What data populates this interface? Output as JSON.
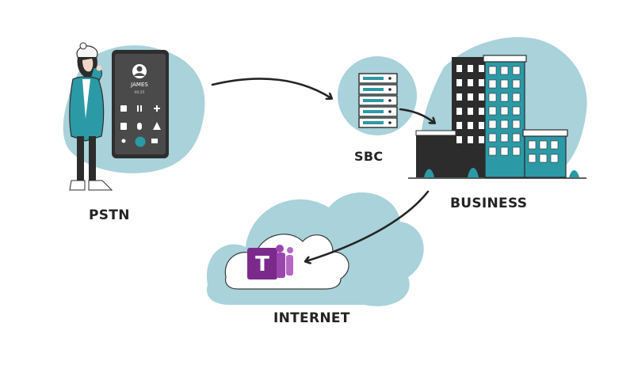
{
  "labels": {
    "pstn": "PSTN",
    "sbc": "SBC",
    "business": "BUSINESS",
    "internet": "INTERNET"
  },
  "phone": {
    "caller_name": "JAMES",
    "call_time": "00:25"
  },
  "colors": {
    "blob": "#a9d2da",
    "teal": "#2b9aa6",
    "dark": "#2c2c2c",
    "teams_purple": "#7b2a8c",
    "arrow": "#252525"
  }
}
